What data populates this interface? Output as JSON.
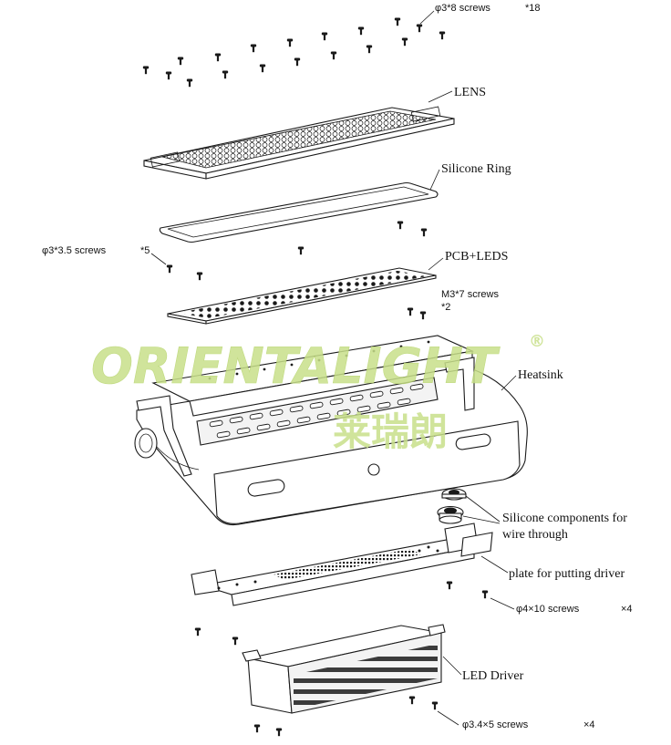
{
  "watermark": {
    "brand": "ORIENTALIGHT",
    "registered": "®",
    "cn": "莱瑞朗",
    "color": "#c8e08a"
  },
  "labels": {
    "screws_top": "φ3*8 screws",
    "screws_top_count": "*18",
    "lens": "LENS",
    "silicone_ring": "Silicone Ring",
    "screws_pcb": "φ3*3.5 screws",
    "screws_pcb_count": "*5",
    "pcb_leds": "PCB+LEDS",
    "screws_m3": "M3*7 screws",
    "screws_m3_count": "*2",
    "heatsink": "Heatsink",
    "silicone_components_1": "Silicone components for",
    "silicone_components_2": "wire through",
    "plate": "plate for putting driver",
    "screws_plate": "φ4×10 screws",
    "screws_plate_count": "×4",
    "led_driver": "LED Driver",
    "screws_driver": "φ3.4×5 screws",
    "screws_driver_count": "×4"
  }
}
